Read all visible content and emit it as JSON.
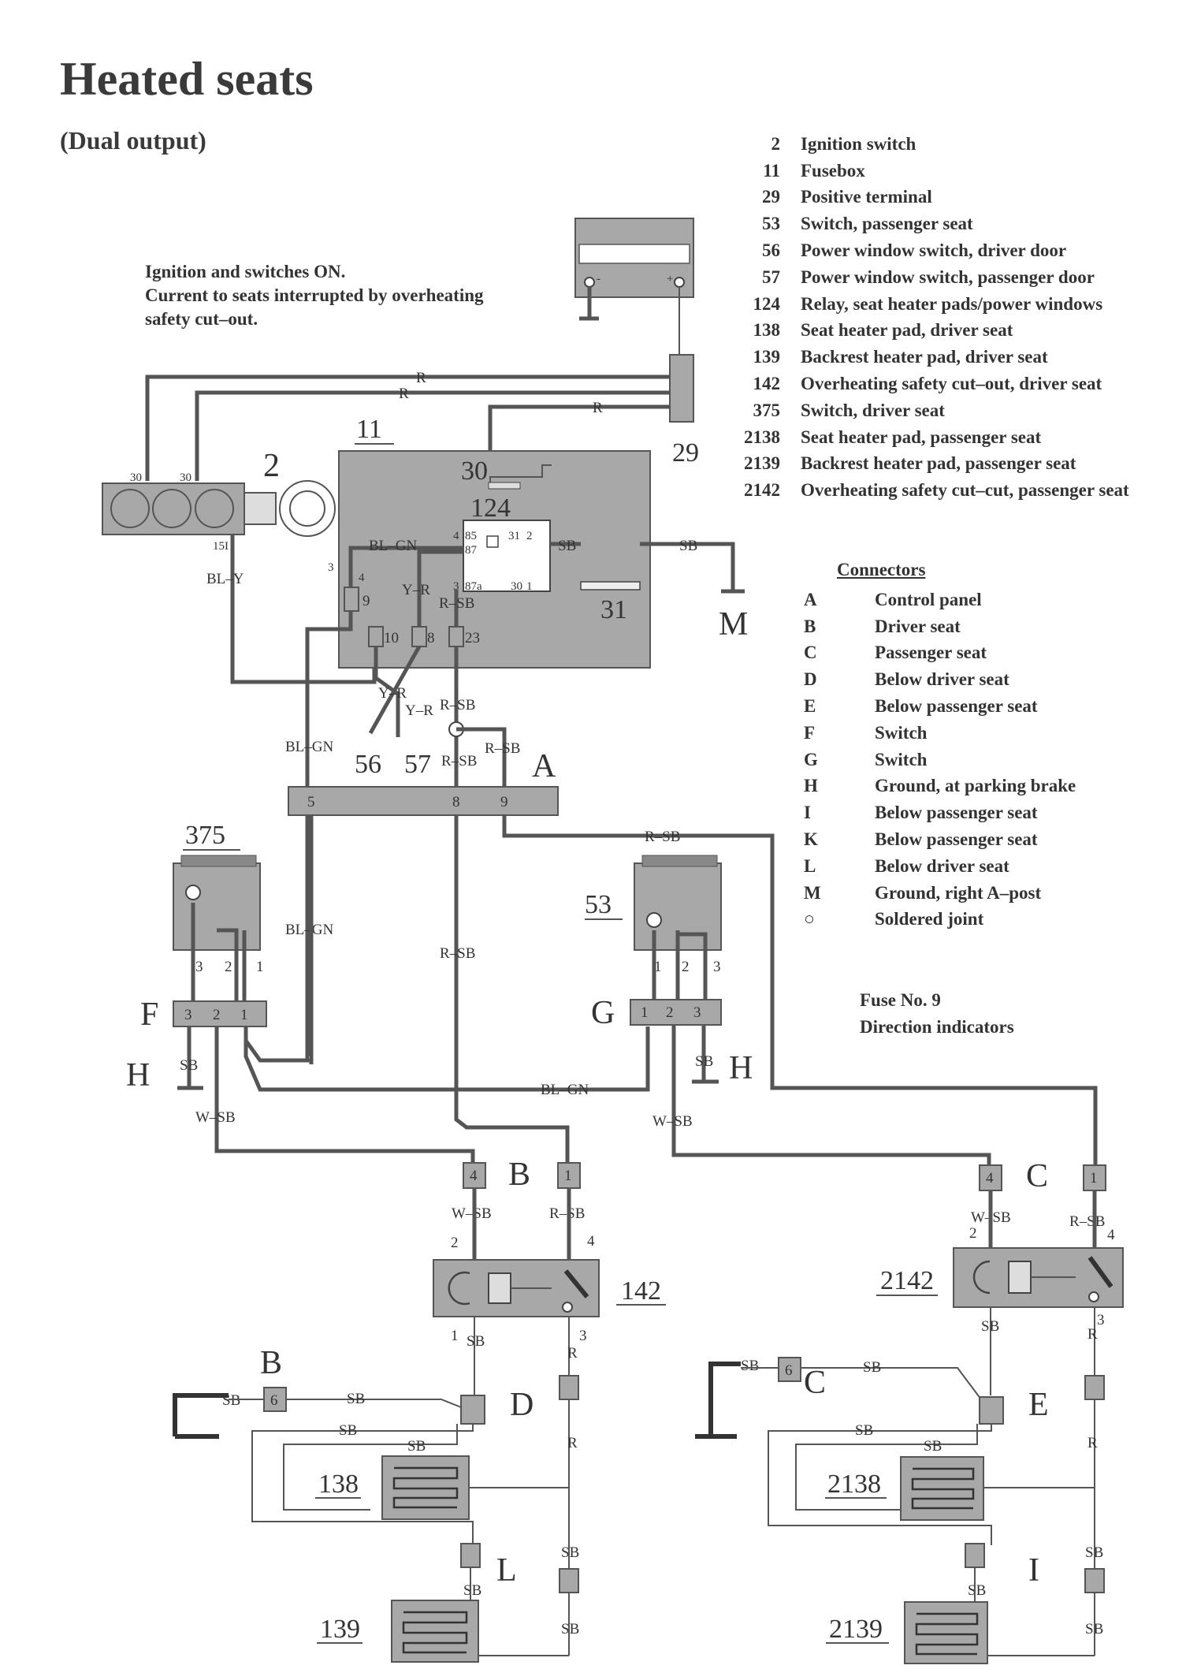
{
  "title": "Heated seats",
  "subtitle": "(Dual output)",
  "note": {
    "line1": "Ignition and switches ON.",
    "line2": "Current to seats interrupted by overheating",
    "line3": "safety cut–out."
  },
  "legend": [
    {
      "num": "2",
      "label": "Ignition switch"
    },
    {
      "num": "11",
      "label": "Fusebox"
    },
    {
      "num": "29",
      "label": "Positive terminal"
    },
    {
      "num": "53",
      "label": "Switch, passenger seat"
    },
    {
      "num": "56",
      "label": "Power window switch, driver door"
    },
    {
      "num": "57",
      "label": "Power window switch, passenger door"
    },
    {
      "num": "124",
      "label": "Relay, seat heater pads/power windows"
    },
    {
      "num": "138",
      "label": "Seat heater pad, driver seat"
    },
    {
      "num": "139",
      "label": "Backrest heater pad, driver seat"
    },
    {
      "num": "142",
      "label": "Overheating safety cut–out, driver seat"
    },
    {
      "num": "375",
      "label": "Switch, driver seat"
    },
    {
      "num": "2138",
      "label": "Seat heater pad, passenger seat"
    },
    {
      "num": "2139",
      "label": "Backrest heater pad, passenger seat"
    },
    {
      "num": "2142",
      "label": "Overheating safety cut–cut, passenger seat"
    }
  ],
  "connectors": {
    "heading": "Connectors",
    "items": [
      {
        "letter": "A",
        "label": "Control panel"
      },
      {
        "letter": "B",
        "label": "Driver seat"
      },
      {
        "letter": "C",
        "label": "Passenger seat"
      },
      {
        "letter": "D",
        "label": "Below driver seat"
      },
      {
        "letter": "E",
        "label": "Below passenger seat"
      },
      {
        "letter": "F",
        "label": "Switch"
      },
      {
        "letter": "G",
        "label": "Switch"
      },
      {
        "letter": "H",
        "label": "Ground, at parking brake"
      },
      {
        "letter": "I",
        "label": "Below passenger seat"
      },
      {
        "letter": "K",
        "label": "Below passenger seat"
      },
      {
        "letter": "L",
        "label": "Below driver seat"
      },
      {
        "letter": "M",
        "label": "Ground, right A–post"
      },
      {
        "letter": "○",
        "label": "Soldered joint"
      }
    ]
  },
  "fuse": {
    "line1": "Fuse No. 9",
    "line2": "Direction indicators"
  },
  "labels": {
    "c2": "2",
    "c11": "11",
    "c29": "29",
    "c30": "30",
    "c31": "31",
    "c124": "124",
    "c375": "375",
    "c53": "53",
    "c56": "56",
    "c57": "57",
    "c142": "142",
    "c2142": "2142",
    "c138": "138",
    "c2138": "2138",
    "c139": "139",
    "c2139": "2139",
    "A": "A",
    "B": "B",
    "C": "C",
    "D": "D",
    "E": "E",
    "F": "F",
    "G": "G",
    "H": "H",
    "I": "I",
    "L": "L",
    "M": "M"
  },
  "wire_codes": {
    "R": "R",
    "SB": "SB",
    "BL_GN": "BL–GN",
    "BL_Y": "BL–Y",
    "Y_R": "Y–R",
    "R_SB": "R–SB",
    "W_SB": "W–SB"
  },
  "pins": {
    "p30": "30",
    "p15I": "15I",
    "p3": "3",
    "p4": "4",
    "p9": "9",
    "p10": "10",
    "p8": "8",
    "p23": "23",
    "p5": "5",
    "p2": "2",
    "p1": "1",
    "p6": "6",
    "p85": "85",
    "p87": "87",
    "p87a": "87a",
    "p31": "31"
  }
}
